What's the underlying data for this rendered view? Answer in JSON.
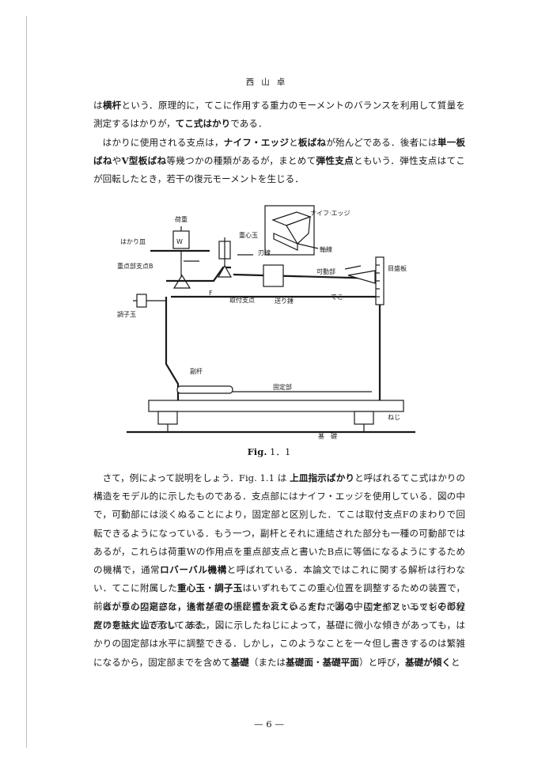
{
  "header": "西山卓",
  "paragraphs": {
    "p1": {
      "parts": [
        {
          "t": "は",
          "b": false
        },
        {
          "t": "横杆",
          "b": true
        },
        {
          "t": "という．原理的に，てこに作用する重力のモーメントのバランスを利用して質量を測定するはかりが，",
          "b": false
        },
        {
          "t": "てこ式はかり",
          "b": true
        },
        {
          "t": "である．",
          "b": false
        }
      ]
    },
    "p2": {
      "parts": [
        {
          "t": "はかりに使用される支点は，",
          "b": false
        },
        {
          "t": "ナイフ・エッジ",
          "b": true
        },
        {
          "t": "と",
          "b": false
        },
        {
          "t": "板ばね",
          "b": true
        },
        {
          "t": "が殆んどである．後者には",
          "b": false
        },
        {
          "t": "単一板ばね",
          "b": true
        },
        {
          "t": "や",
          "b": false
        },
        {
          "t": "V型板ばね",
          "b": true
        },
        {
          "t": "等幾つかの種類があるが，まとめて",
          "b": false
        },
        {
          "t": "弾性支点",
          "b": true
        },
        {
          "t": "ともいう．弾性支点はてこが回転したとき，若干の復元モーメントを生じる．",
          "b": false
        }
      ]
    },
    "p3": {
      "parts": [
        {
          "t": "さて，例によって説明をしょう．Fig. 1.1 は ",
          "b": false
        },
        {
          "t": "上皿指示ばかり",
          "b": true
        },
        {
          "t": "と呼ばれるてこ式はかりの構造をモデル的に示したものである．支点部にはナイフ・エッジを使用している．図の中で，可動部には淡くぬることにより，固定部と区別した．てこは取付支点Fのまわりで回転できるようになっている．もう一つ，副杆とそれに連結された部分も一種の可動部ではあるが，これらは荷重Wの作用点を重点部支点と書いたB点に等価になるようにするための機構で，通常",
          "b": false
        },
        {
          "t": "ロバーバル機構",
          "b": true
        },
        {
          "t": "と呼ばれている．本論文ではこれに関する解析は行わない．てこに附属した",
          "b": false
        },
        {
          "t": "重心玉",
          "b": true
        },
        {
          "t": "・",
          "b": false
        },
        {
          "t": "調子玉",
          "b": true
        },
        {
          "t": "はいずれもてこの重心位置を調整するための装置で，前者が重心の高さを，後者がその横座標を変える．また，図の中にナイフ・エッジの部分だけを拡大して示してある．",
          "b": false
        }
      ]
    },
    "p4": {
      "parts": [
        {
          "t": "はかりの固定部は，通常基礎の上に置かれているだけである．固定部といってもその程度の意味に過ぎない．また，図に示したねじによって，基礎に微小な傾きがあっても，はかりの固定部は水平に調整できる．しかし，このようなことを一々但し書きするのは繁雑になるから，固定部までを含めて",
          "b": false
        },
        {
          "t": "基礎",
          "b": true
        },
        {
          "t": "（または",
          "b": false
        },
        {
          "t": "基礎面",
          "b": true
        },
        {
          "t": "・",
          "b": false
        },
        {
          "t": "基礎平面",
          "b": true
        },
        {
          "t": "）と呼び，",
          "b": false
        },
        {
          "t": "基礎が傾く",
          "b": true
        },
        {
          "t": "と",
          "b": false
        }
      ]
    }
  },
  "figure": {
    "labels": {
      "knife_edge": "ナイフ·エッジ",
      "weight": "荷重",
      "weight_symbol": "W",
      "pan": "はかり皿",
      "center_ball": "重心玉",
      "edge_line": "刃線",
      "axis": "軸線",
      "fulcrum_b": "重点部支点B",
      "movable": "可動部",
      "scale_plate": "目盛板",
      "tuning_ball": "調子玉",
      "f": "F",
      "mount_fulcrum": "取付支点",
      "feed_weight": "送り錘",
      "lever": "てこ",
      "sub_lever": "副杆",
      "fixed": "固定部",
      "screw": "ねじ",
      "base": "基　礎"
    },
    "caption_fig": "Fig.",
    "caption_num": "1．1"
  },
  "page_number": "— 6 —"
}
